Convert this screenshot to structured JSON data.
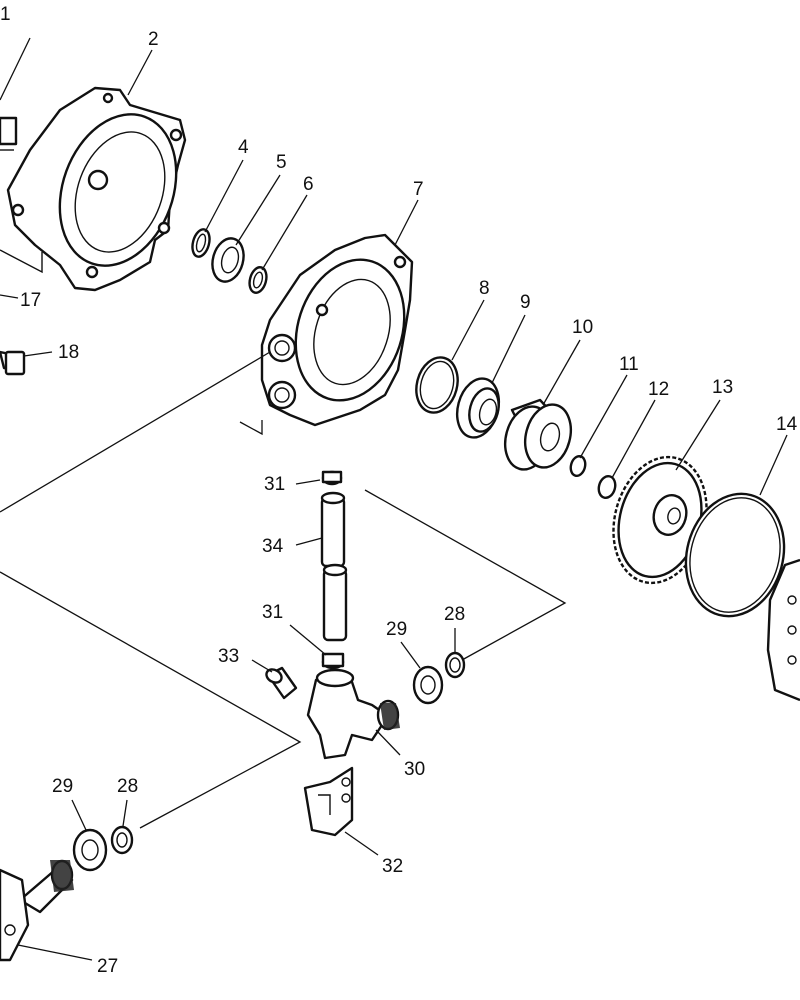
{
  "callouts": [
    "1",
    "2",
    "4",
    "5",
    "6",
    "7",
    "8",
    "9",
    "10",
    "11",
    "12",
    "13",
    "14",
    "17",
    "18",
    "27",
    "28",
    "28",
    "29",
    "29",
    "30",
    "31",
    "31",
    "32",
    "33",
    "34"
  ]
}
